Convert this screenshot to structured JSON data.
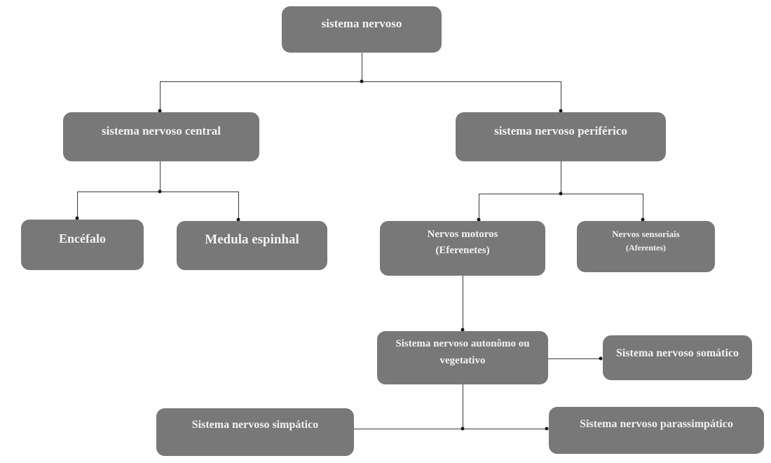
{
  "diagram": {
    "title": "sistema nervoso",
    "type": "flowchart",
    "colors": {
      "background": "#ffffff",
      "node_fill": "#787878",
      "node_text": "#f2f2f2",
      "connector_line": "#3a3a3a",
      "arrow_dot": "#141414"
    },
    "nodes": {
      "root": {
        "label": "sistema nervoso"
      },
      "central": {
        "label": "sistema nervoso central"
      },
      "periferico": {
        "label": "sistema nervoso periférico"
      },
      "encefalo": {
        "label": "Encéfalo"
      },
      "medula": {
        "label": "Medula espinhal"
      },
      "motores": {
        "label": "Nervos motoros",
        "sublabel": "(Eferenetes)"
      },
      "sensoriais": {
        "label": "Nervos sensoriais",
        "sublabel": "(Aferentes)"
      },
      "autonomo": {
        "label": "Sistema nervoso autonômo ou vegetativo"
      },
      "somatico": {
        "label": "Sistema nervoso somático"
      },
      "simpatico": {
        "label": "Sistema nervoso simpático"
      },
      "parassimpatico": {
        "label": "Sistema nervoso parassimpático"
      }
    },
    "edges": [
      {
        "from": "root",
        "to": "central"
      },
      {
        "from": "root",
        "to": "periferico"
      },
      {
        "from": "central",
        "to": "encefalo"
      },
      {
        "from": "central",
        "to": "medula"
      },
      {
        "from": "periferico",
        "to": "motores"
      },
      {
        "from": "periferico",
        "to": "sensoriais"
      },
      {
        "from": "motores",
        "to": "autonomo"
      },
      {
        "from": "autonomo",
        "to": "somatico"
      },
      {
        "from": "autonomo",
        "to": "simpatico"
      },
      {
        "from": "autonomo",
        "to": "parassimpatico"
      }
    ]
  }
}
